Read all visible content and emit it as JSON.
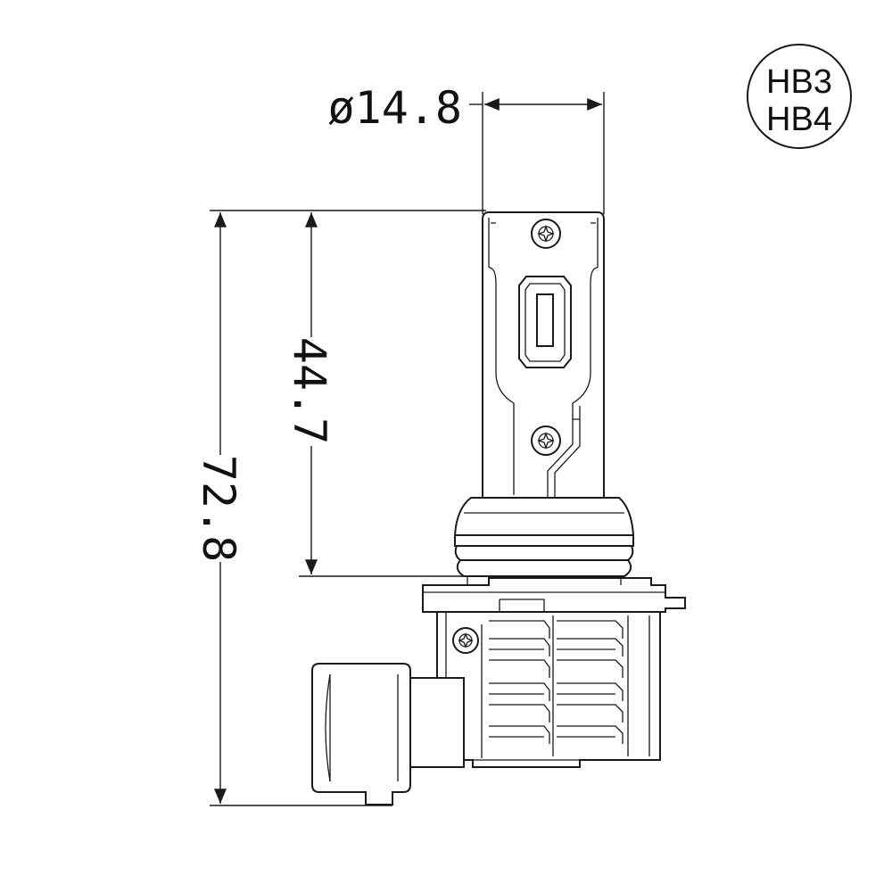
{
  "dimensions": {
    "diameter": "ø14.8",
    "height_to_base": "44.7",
    "total_height": "72.8"
  },
  "badge": {
    "line1": "HB3",
    "line2": "HB4"
  }
}
